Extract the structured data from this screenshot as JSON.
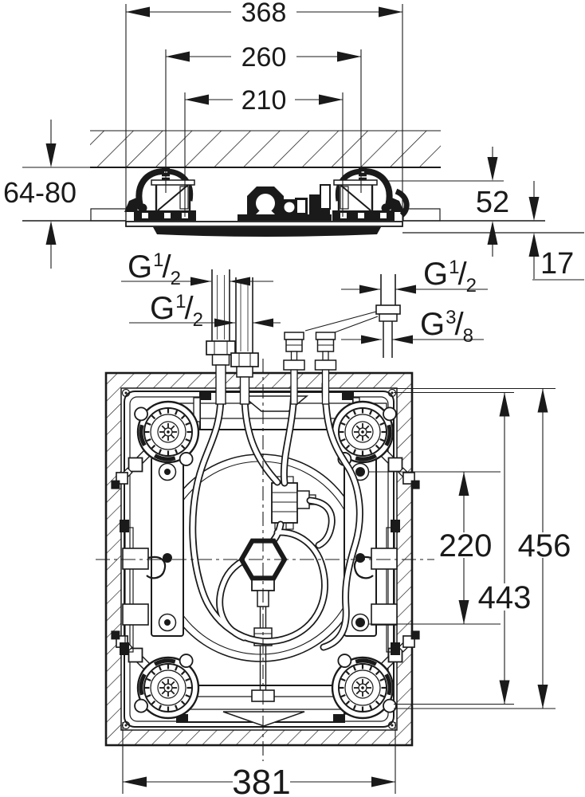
{
  "side_view": {
    "dim_overall_width": "368",
    "dim_bracket_spacing": "260",
    "dim_hose_spacing": "210",
    "dim_ceiling_gap": "64-80",
    "dim_frame_height": "52",
    "dim_panel_offset": "17"
  },
  "connections": {
    "slash": "/",
    "left_outer": {
      "prefix": "G",
      "numerator": "1",
      "denominator": "2"
    },
    "left_inner": {
      "prefix": "G",
      "numerator": "1",
      "denominator": "2"
    },
    "right_upper": {
      "prefix": "G",
      "numerator": "1",
      "denominator": "2"
    },
    "right_lower": {
      "prefix": "G",
      "numerator": "3",
      "denominator": "8"
    }
  },
  "plan_view": {
    "dim_inner_spacing": "220",
    "dim_mounting_height": "443",
    "dim_overall_height": "456",
    "dim_overall_width": "381"
  }
}
